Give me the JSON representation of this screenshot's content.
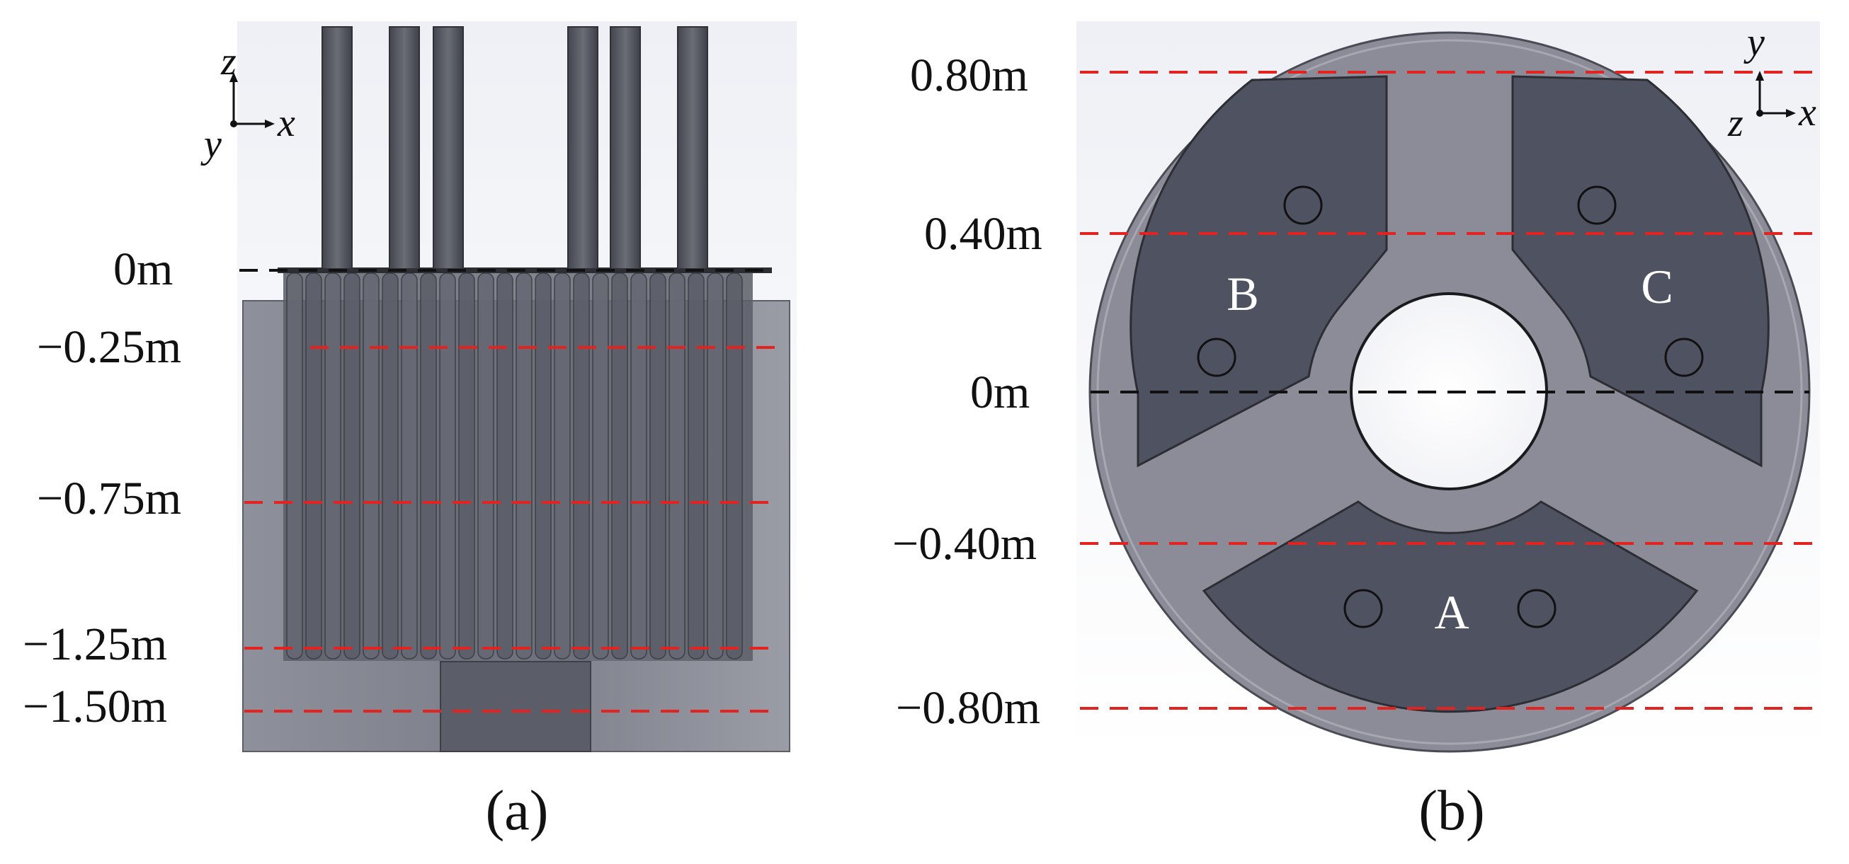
{
  "panel_a": {
    "caption": "(a)",
    "axes": {
      "z": "z",
      "y": "y",
      "x": "x"
    },
    "levels": [
      {
        "label": "0m",
        "style": "black"
      },
      {
        "label": "−0.25m",
        "style": "red"
      },
      {
        "label": "−0.75m",
        "style": "red"
      },
      {
        "label": "−1.25m",
        "style": "red"
      },
      {
        "label": "−1.50m",
        "style": "red"
      }
    ]
  },
  "panel_b": {
    "caption": "(b)",
    "axes": {
      "y": "y",
      "z": "z",
      "x": "x"
    },
    "levels": [
      {
        "label": "0.80m",
        "style": "red"
      },
      {
        "label": "0.40m",
        "style": "red"
      },
      {
        "label": "0m",
        "style": "black"
      },
      {
        "label": "−0.40m",
        "style": "red"
      },
      {
        "label": "−0.80m",
        "style": "red"
      }
    ],
    "sectors": {
      "a": "A",
      "b": "B",
      "c": "C"
    }
  },
  "colors": {
    "cut_line_red": "#e3231f",
    "cut_line_black": "#111111",
    "body_grey": "#8a8b96",
    "dark_grey": "#4f5260",
    "rod_grey": "#54575f"
  }
}
